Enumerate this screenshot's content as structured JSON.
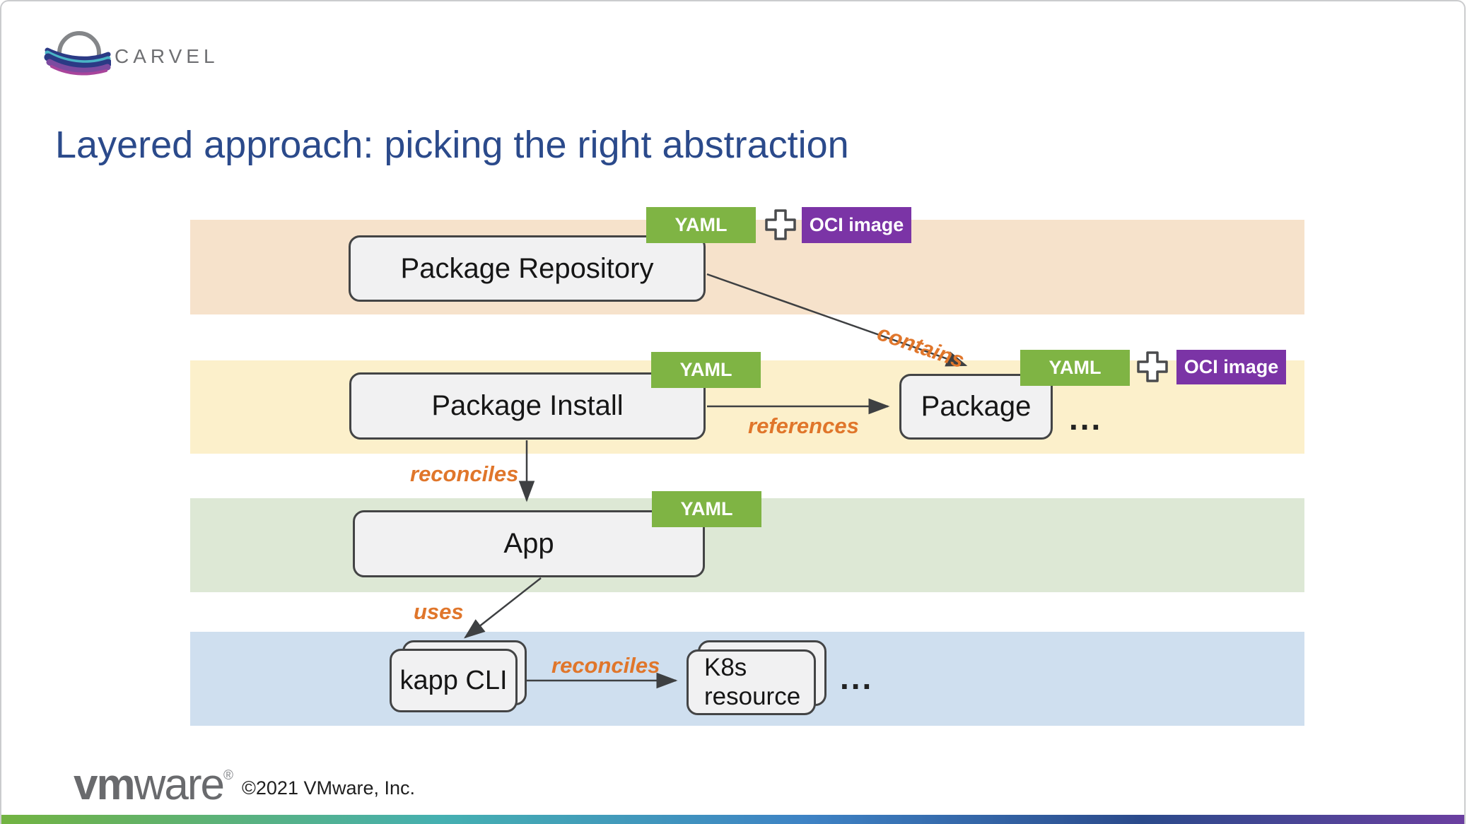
{
  "brand": {
    "name": "CARVEL",
    "logo_icon": "carvel-hammock-logo"
  },
  "title": "Layered approach: picking the right abstraction",
  "colors": {
    "title_blue": "#2b4a8b",
    "yaml_badge_green": "#7fb444",
    "oci_badge_purple": "#7b34a6",
    "edge_label_orange": "#e0762b",
    "band_orange": "#f6e2cb",
    "band_yellow": "#fcf0cb",
    "band_green": "#dde8d5",
    "band_blue": "#cfdfef",
    "node_fill": "#f1f1f2",
    "node_border": "#434445",
    "footer_gradient": [
      "#72b341",
      "#45b0b1",
      "#3e83c5",
      "#2b4a8b",
      "#6b3fa0"
    ]
  },
  "badges": {
    "yaml": "YAML",
    "oci": "OCI image"
  },
  "nodes": {
    "package_repository": "Package Repository",
    "package_install": "Package Install",
    "package": "Package",
    "app": "App",
    "kapp_cli": "kapp CLI",
    "k8s_resource": "K8s resource"
  },
  "edges": {
    "contains": "contains",
    "references": "references",
    "reconciles_package": "reconciles",
    "uses": "uses",
    "reconciles_kapp": "reconciles"
  },
  "ellipsis": "...",
  "footer": {
    "vmware_bold": "vm",
    "vmware_rest": "ware",
    "registered": "®",
    "copyright": "©2021 VMware, Inc."
  }
}
